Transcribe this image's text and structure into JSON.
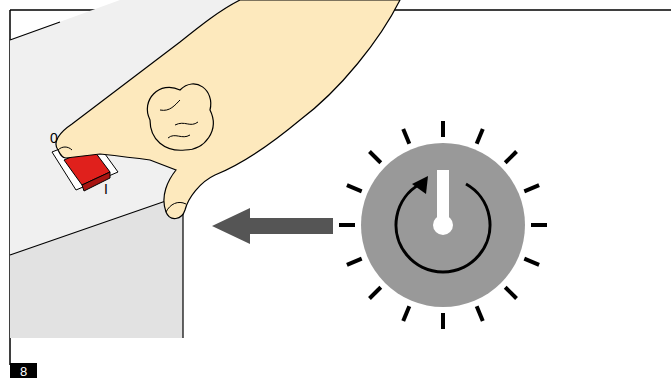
{
  "diagram": {
    "labels": [
      "0",
      "I",
      "8"
    ]
  }
}
